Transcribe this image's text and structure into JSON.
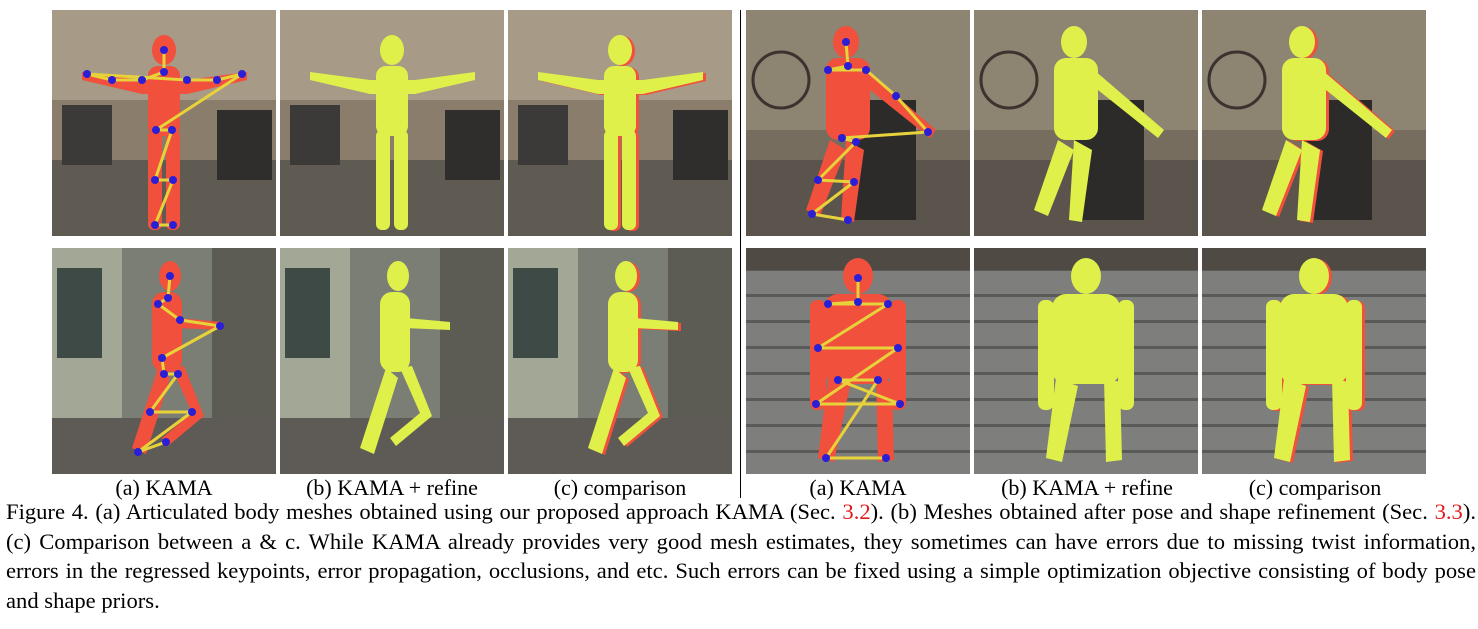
{
  "figure": {
    "panels": [
      {
        "row": 1,
        "group": "left",
        "variant": "kama",
        "scene": "street-standing"
      },
      {
        "row": 1,
        "group": "left",
        "variant": "refine",
        "scene": "street-standing"
      },
      {
        "row": 1,
        "group": "left",
        "variant": "comparison",
        "scene": "street-standing"
      },
      {
        "row": 1,
        "group": "right",
        "variant": "kama",
        "scene": "sitting-chair"
      },
      {
        "row": 1,
        "group": "right",
        "variant": "refine",
        "scene": "sitting-chair"
      },
      {
        "row": 1,
        "group": "right",
        "variant": "comparison",
        "scene": "sitting-chair"
      },
      {
        "row": 2,
        "group": "left",
        "variant": "kama",
        "scene": "running-alley"
      },
      {
        "row": 2,
        "group": "left",
        "variant": "refine",
        "scene": "running-alley"
      },
      {
        "row": 2,
        "group": "left",
        "variant": "comparison",
        "scene": "running-alley"
      },
      {
        "row": 2,
        "group": "right",
        "variant": "kama",
        "scene": "sitting-steps"
      },
      {
        "row": 2,
        "group": "right",
        "variant": "refine",
        "scene": "sitting-steps"
      },
      {
        "row": 2,
        "group": "right",
        "variant": "comparison",
        "scene": "sitting-steps"
      }
    ],
    "colors": {
      "kama_mesh": "#f0503c",
      "refined_mesh": "#dff04a",
      "skeleton": "#e8d23a",
      "keypoint": "#2a1fd6"
    },
    "sublabels": {
      "left": [
        "(a) KAMA",
        "(b) KAMA + refine",
        "(c) comparison"
      ],
      "right": [
        "(a) KAMA",
        "(b) KAMA + refine",
        "(c) comparison"
      ]
    },
    "caption": {
      "prefix": "Figure 4. (a) Articulated body meshes obtained using our proposed approach KAMA (Sec. ",
      "ref1": "3.2",
      "middle": "). (b) Meshes obtained after pose and shape refinement (Sec. ",
      "ref2": "3.3",
      "suffix": "). (c) Comparison between a & c. While KAMA already provides very good mesh estimates, they sometimes can have errors due to missing twist information, errors in the regressed keypoints, error propagation, occlusions, and etc. Such errors can be fixed using a simple optimization objective consisting of body pose and shape priors."
    }
  }
}
